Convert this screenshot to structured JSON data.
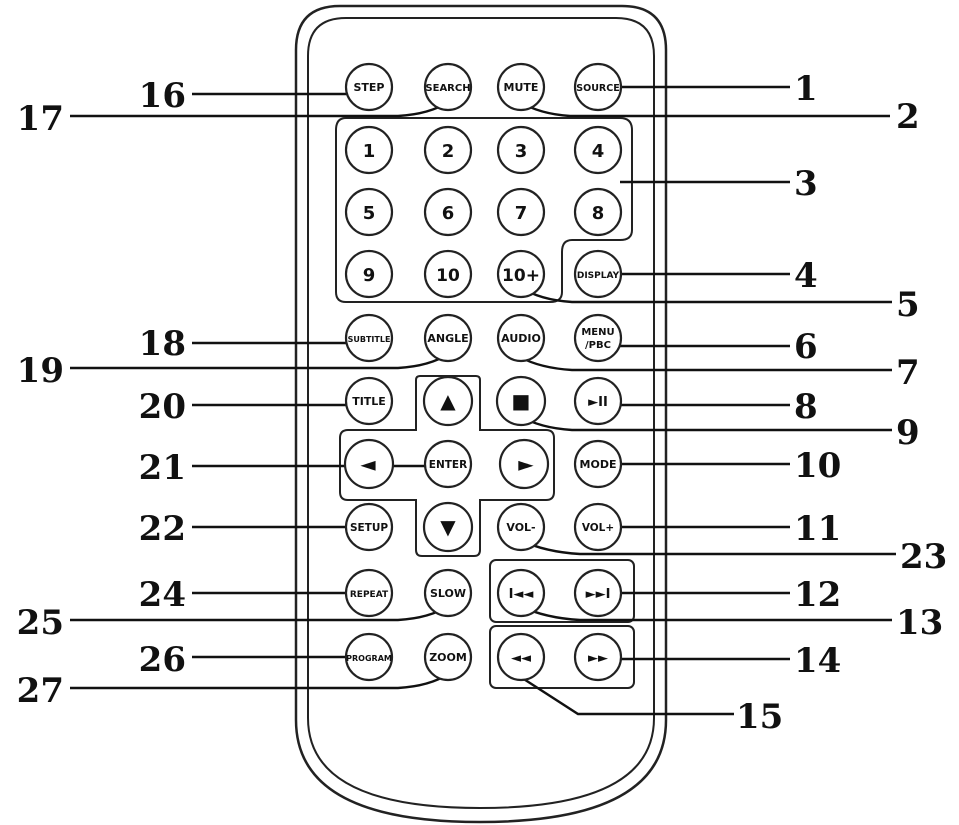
{
  "buttons": {
    "step": "STEP",
    "search": "SEARCH",
    "mute": "MUTE",
    "source": "SOURCE",
    "n1": "1",
    "n2": "2",
    "n3": "3",
    "n4": "4",
    "n5": "5",
    "n6": "6",
    "n7": "7",
    "n8": "8",
    "n9": "9",
    "n10": "10",
    "n10plus": "10+",
    "display": "DISPLAY",
    "subtitle": "SUBTITLE",
    "angle": "ANGLE",
    "audio": "AUDIO",
    "menu": "MENU",
    "pbc": "/PBC",
    "title": "TITLE",
    "up": "▲",
    "stop": "■",
    "playpause": "►II",
    "left": "◄",
    "enter": "ENTER",
    "right": "►",
    "mode": "MODE",
    "setup": "SETUP",
    "down": "▼",
    "voldown": "VOL-",
    "volup": "VOL+",
    "repeat": "REPEAT",
    "slow": "SLOW",
    "prev": "I◄◄",
    "next": "►►I",
    "program": "PROGRAM",
    "zoom": "ZOOM",
    "rewind": "◄◄",
    "forward": "►►"
  },
  "callouts": {
    "c1": "1",
    "c2": "2",
    "c3": "3",
    "c4": "4",
    "c5": "5",
    "c6": "6",
    "c7": "7",
    "c8": "8",
    "c9": "9",
    "c10": "10",
    "c11": "11",
    "c12": "12",
    "c13": "13",
    "c14": "14",
    "c15": "15",
    "c16": "16",
    "c17": "17",
    "c18": "18",
    "c19": "19",
    "c20": "20",
    "c21": "21",
    "c22": "22",
    "c23": "23",
    "c24": "24",
    "c25": "25",
    "c26": "26",
    "c27": "27"
  }
}
